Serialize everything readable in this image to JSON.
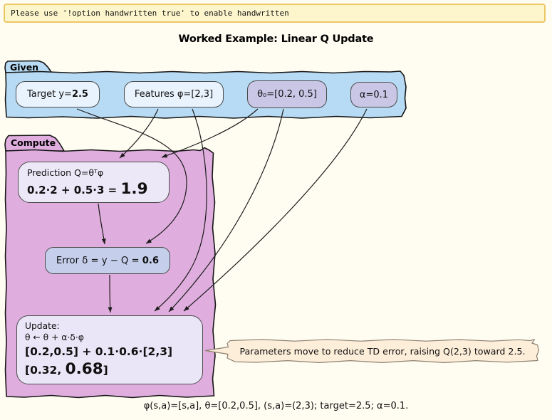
{
  "banner": {
    "text": "Please use '!option handwritten true' to enable handwritten"
  },
  "title": "Worked Example: Linear Q Update",
  "given": {
    "label": "Given",
    "items": [
      {
        "id": "target",
        "prefix": "Target y=",
        "value": "2.5"
      },
      {
        "id": "features",
        "text": "Features φ=[2,3]"
      },
      {
        "id": "theta0",
        "text": "θ₀=[0.2, 0.5]"
      },
      {
        "id": "alpha",
        "text": "α=0.1"
      }
    ]
  },
  "compute": {
    "label": "Compute",
    "prediction": {
      "line1": "Prediction Q=θᵀφ",
      "expr": "0.2·2 + 0.5·3 = ",
      "result": "1.9"
    },
    "error": {
      "prefix": "Error δ = y − Q = ",
      "value": "0.6"
    },
    "update": {
      "line1": "Update:",
      "line2": "θ ← θ + α·δ·φ",
      "line3": "[0.2,0.5] + 0.1·0.6·[2,3]",
      "line4_prefix": "[0.32, ",
      "line4_value": "0.68",
      "line4_suffix": "]"
    }
  },
  "callout": {
    "text": "Parameters move to reduce TD error, raising Q(2,3) toward 2.5."
  },
  "caption": "φ(s,a)=[s,a], θ=[0.2,0.5], (s,a)=(2,3); target=2.5; α=0.1.",
  "colors": {
    "page_bg": "#fffdf2",
    "banner_bg": "#fdf6cc",
    "banner_border": "#ecc766",
    "given_fill": "#b7dbf4",
    "given_node_fill": "#e9f3fd",
    "param_node_fill": "#c9c6e6",
    "compute_fill": "#dfaede",
    "light_node_fill": "#ece8f8",
    "error_node_fill": "#c5cfec",
    "callout_fill": "#fdeeda",
    "edge_color": "#1c1c1c"
  }
}
